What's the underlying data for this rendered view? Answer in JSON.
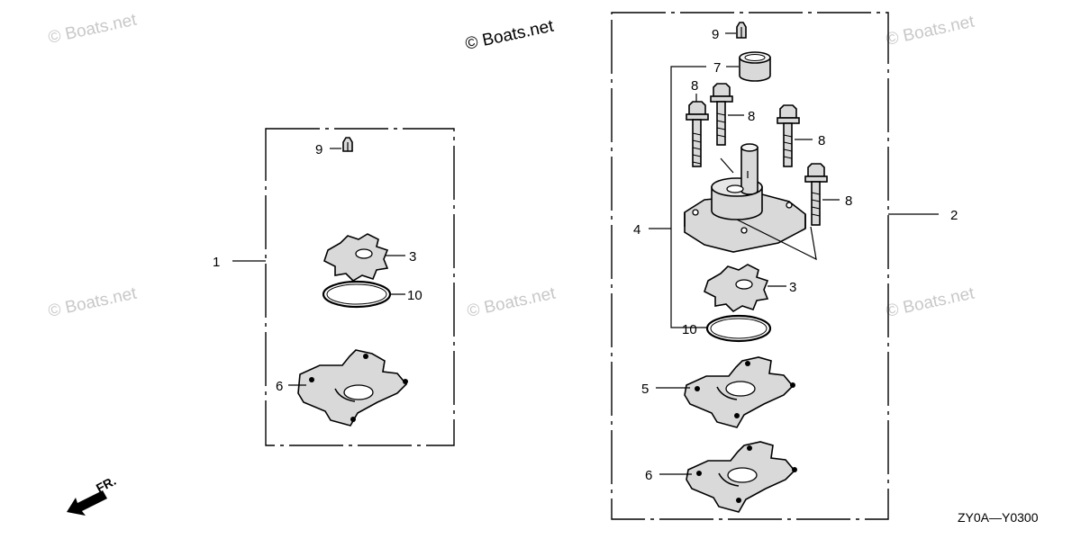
{
  "watermarks": [
    "© Boats.net",
    "© Boats.net",
    "© Boats.net",
    "© Boats.net",
    "© Boats.net",
    "© Boats.net"
  ],
  "drawing_code": "ZY0A—Y0300",
  "direction_label": "FR.",
  "kit_left": {
    "kit_number": "1",
    "labels": {
      "pin": "9",
      "impeller": "3",
      "oring": "10",
      "gasket": "6"
    }
  },
  "kit_right": {
    "kit_number": "2",
    "labels": {
      "pin": "9",
      "bushing": "7",
      "bolt_a": "8",
      "bolt_b": "8",
      "bolt_c": "8",
      "bolt_d": "8",
      "housing": "4",
      "impeller": "3",
      "oring": "10",
      "plate": "5",
      "gasket": "6"
    }
  }
}
